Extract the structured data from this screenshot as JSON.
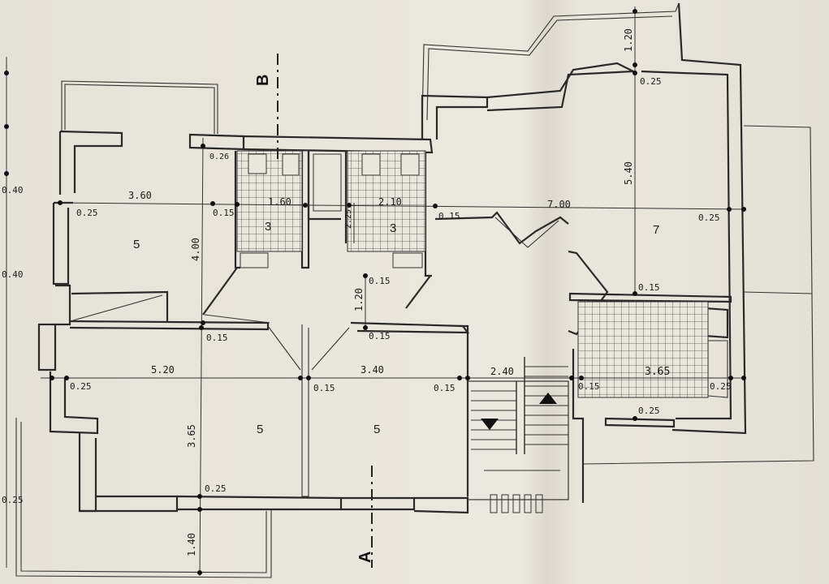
{
  "section_labels": {
    "b": "B",
    "a": "A"
  },
  "rooms": {
    "r_top_left": "5",
    "r_bath_1": "3",
    "r_bath_2": "3",
    "r_living": "7",
    "r_bottom_left": "5",
    "r_bottom_mid": "5",
    "r_kitchen": "3.65"
  },
  "dimensions": {
    "d_3_60": "3.60",
    "d_1_60": "1.60",
    "d_2_10": "2.10",
    "d_7_00": "7.00",
    "d_5_20": "5.20",
    "d_3_40": "3.40",
    "d_2_40": "2.40",
    "d_4_00": "4.00",
    "d_3_65_v": "3.65",
    "d_1_20_top": "1.20",
    "d_5_40": "5.40",
    "d_1_20_mid": "1.20",
    "d_1_40": "1.40",
    "d_2_25": "2.25"
  },
  "wall_notes": {
    "w_0_25_a": "0.25",
    "w_0_25_b": "0.25",
    "w_0_25_c": "0.25",
    "w_0_25_d": "0.25",
    "w_0_25_e": "0.25",
    "w_0_25_f": "0.25",
    "w_0_25_g": "0.25",
    "w_0_15_a": "0.15",
    "w_0_15_b": "0.15",
    "w_0_15_c": "0.15",
    "w_0_15_d": "0.15",
    "w_0_15_e": "0.15",
    "w_0_15_f": "0.15",
    "w_0_15_g": "0.15",
    "w_0_15_h": "0.15",
    "w_0_15_i": "0.15",
    "w_0_40_a": "0.40",
    "w_0_40_b": "0.40",
    "w_0_25_left": "0.25",
    "w_0_26": "0.26"
  }
}
